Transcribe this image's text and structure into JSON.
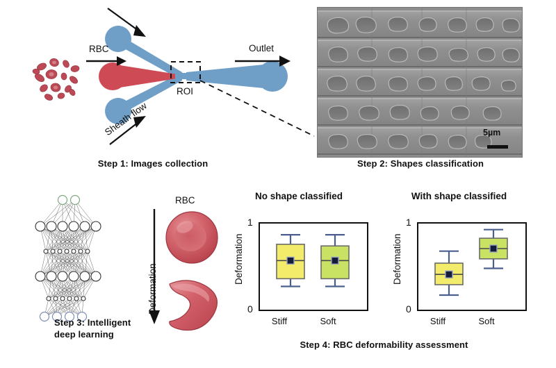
{
  "figure": {
    "panels": [
      {
        "id": "step1",
        "caption": "Step 1: Images collection"
      },
      {
        "id": "step2",
        "caption": "Step 2: Shapes classification"
      },
      {
        "id": "step3",
        "caption_line1": "Step 3: Intelligent",
        "caption_line2": "deep learning"
      },
      {
        "id": "step4",
        "caption": "Step 4: RBC deformability assessment"
      }
    ]
  },
  "step1": {
    "labels": {
      "rbc_inlet": "RBC",
      "sheath_flow": "Sheath flow",
      "outlet": "Outlet",
      "roi": "ROI"
    },
    "colors": {
      "channel_blue": "#6f9ec7",
      "sample_red": "#ce4a55",
      "arrow_black": "#111111",
      "roi_dash": "#111111"
    }
  },
  "step2": {
    "scalebar_label": "5µm",
    "micrograph_description": "SEM-like grayscale montage of deformed red blood cells in microchannels",
    "colors": {
      "background_gray": "#8f8f8f"
    }
  },
  "step3": {
    "network": {
      "layers": [
        {
          "name": "output-layer",
          "count": 2,
          "style": "green"
        },
        {
          "name": "hidden-layer-1",
          "count": 6,
          "style": "plain"
        },
        {
          "name": "hidden-layer-2",
          "count": 9,
          "style": "small"
        },
        {
          "name": "hidden-layer-3",
          "count": 6,
          "style": "plain"
        },
        {
          "name": "hidden-layer-4",
          "count": 9,
          "style": "small"
        },
        {
          "name": "input-layer",
          "count": 4,
          "style": "blue"
        }
      ]
    }
  },
  "step3_cells": {
    "rbc_label": "RBC",
    "deformation_axis_label": "Deformation",
    "cells": [
      {
        "name": "discocyte-rbc",
        "shape": "biconcave disc"
      },
      {
        "name": "deformed-rbc",
        "shape": "croissant / bullet"
      }
    ],
    "colors": {
      "cell_red": "#cf5b63",
      "cell_shade": "#b8434d"
    }
  },
  "chart_data": [
    {
      "id": "no-shape-classified",
      "type": "box",
      "title": "No shape classified",
      "xlabel": "",
      "ylabel": "Deformation",
      "ylim": [
        0,
        1
      ],
      "yticks": [
        0,
        1
      ],
      "ytick_labels": [
        "0",
        "1"
      ],
      "grid": false,
      "legend": "none",
      "categories": [
        "Stiff",
        "Soft"
      ],
      "boxes": [
        {
          "category": "Stiff",
          "color": "#f3ec6a",
          "min": 0.27,
          "q1": 0.36,
          "median": 0.57,
          "q3": 0.76,
          "max": 0.87,
          "mean": 0.57
        },
        {
          "category": "Soft",
          "color": "#c9e263",
          "min": 0.27,
          "q1": 0.36,
          "median": 0.57,
          "q3": 0.74,
          "max": 0.87,
          "mean": 0.57
        }
      ]
    },
    {
      "id": "with-shape-classified",
      "type": "box",
      "title": "With shape classified",
      "xlabel": "",
      "ylabel": "Deformation",
      "ylim": [
        0,
        1
      ],
      "yticks": [
        0,
        1
      ],
      "ytick_labels": [
        "0",
        "1"
      ],
      "grid": false,
      "legend": "none",
      "categories": [
        "Stiff",
        "Soft"
      ],
      "boxes": [
        {
          "category": "Stiff",
          "color": "#f3ec6a",
          "min": 0.17,
          "q1": 0.29,
          "median": 0.41,
          "q3": 0.54,
          "max": 0.68,
          "mean": 0.41
        },
        {
          "category": "Soft",
          "color": "#c9e263",
          "min": 0.48,
          "q1": 0.59,
          "median": 0.71,
          "q3": 0.83,
          "max": 0.93,
          "mean": 0.71
        }
      ]
    }
  ],
  "chart_style": {
    "box_stroke": "#6b6b6b",
    "whisker_color": "#4a5f8f",
    "mean_marker_color": "#151c3a",
    "frame_color": "#111111"
  }
}
